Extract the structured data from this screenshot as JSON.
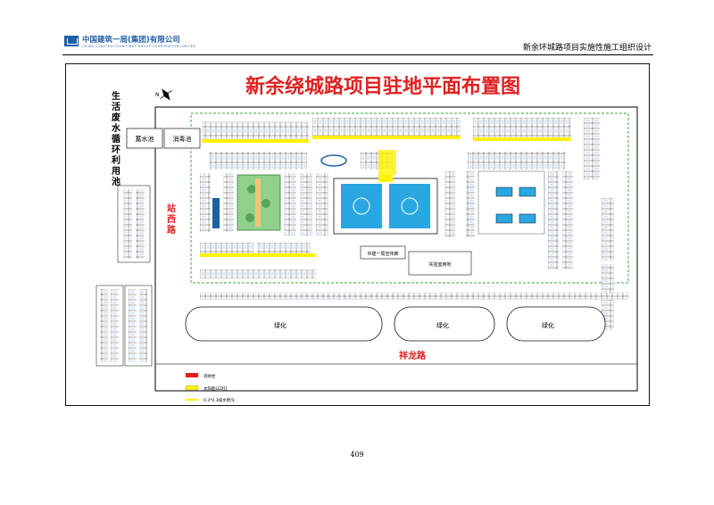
{
  "header": {
    "company_cn": "中国建筑一局(集团)有限公司",
    "company_en": "CHINA CONSTRUCTION FIRST GROUP CORPORATION LIMITED",
    "document_title": "新余环城路项目实施性施工组织设计"
  },
  "figure": {
    "title": "新余绕城路项目驻地平面布置图",
    "left_vertical_label": "生活废水循环利用池",
    "road_west": "站西路",
    "road_south": "祥龙路",
    "pool_a": "蓄水池",
    "pool_b": "消毒池",
    "building_bottom_a": "中建一局宣传廊",
    "building_bottom_b": "实验室用地",
    "green_labels": [
      "绿化",
      "绿化",
      "绿化"
    ],
    "legend": [
      {
        "label": "消防栓"
      },
      {
        "label": "太阳能LED灯"
      },
      {
        "label": "0.3*0.3排水明沟"
      }
    ],
    "colors": {
      "title": "#e0201f",
      "road_label": "#e0201f",
      "green": "#8fd18b",
      "yellow": "#fff200",
      "blue": "#1f5fa8",
      "court": "#2aa7e0"
    }
  },
  "footer": {
    "page_number": "409"
  }
}
